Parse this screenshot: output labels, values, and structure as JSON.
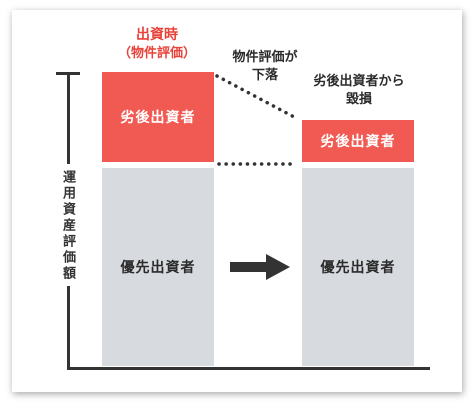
{
  "axis": {
    "label": "運用資産評価額"
  },
  "left": {
    "header_line1": "出資時",
    "header_line2": "（物件評価）",
    "junior_label": "劣後出資者",
    "senior_label": "優先出資者"
  },
  "middle": {
    "note_line1": "物件評価が",
    "note_line2": "下落"
  },
  "right": {
    "header_line1": "劣後出資者から",
    "header_line2": "毀損",
    "junior_label": "劣後出資者",
    "senior_label": "優先出資者"
  },
  "colors": {
    "junior": "#f05a52",
    "senior": "#d7dade",
    "header_red": "#e8433a",
    "axis": "#333333"
  },
  "icons": {
    "arrow": "right-arrow-icon"
  }
}
